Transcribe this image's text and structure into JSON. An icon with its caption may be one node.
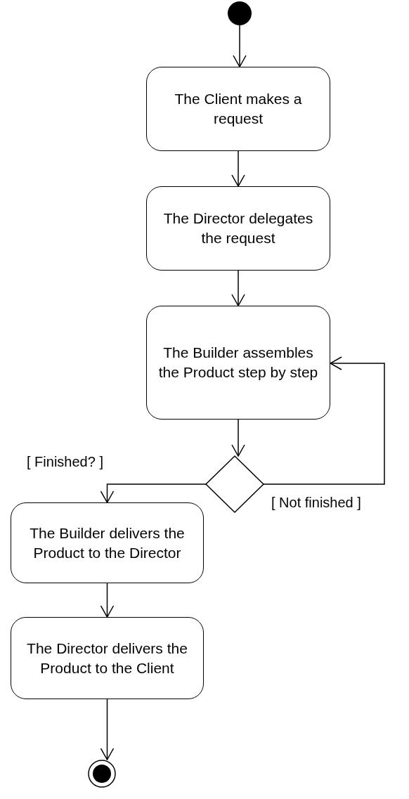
{
  "diagram": {
    "nodes": [
      {
        "text": [],
        "shape": "circle"
      },
      {
        "text": [
          "The Client makes a request"
        ]
      },
      {
        "text": [
          "The Director delegates the request"
        ]
      },
      {
        "text": [
          "The Builder assembles the Product step by step"
        ]
      },
      {
        "text": [],
        "shape": "diamond"
      },
      {
        "text": [
          "The Builder delivers the Product to the Director"
        ]
      },
      {
        "text": [
          "The Director delivers the Product to the Client"
        ]
      },
      {
        "text": [],
        "shape": "bullseye"
      }
    ],
    "edges": [
      {
        "from": 0,
        "to": 1,
        "arrow": "to"
      },
      {
        "from": 1,
        "to": 2,
        "arrow": "to"
      },
      {
        "from": 2,
        "to": 3,
        "arrow": "to"
      },
      {
        "from": 3,
        "to": 4,
        "arrow": "to"
      },
      {
        "from": 4,
        "to": 5,
        "arrow": "to",
        "label": "[ Finished? ]"
      },
      {
        "from": 4,
        "to": 3,
        "arrow": "to",
        "label": "[ Not finished ]"
      },
      {
        "from": 5,
        "to": 6,
        "arrow": "to"
      },
      {
        "from": 6,
        "to": 7,
        "arrow": "to"
      }
    ]
  }
}
